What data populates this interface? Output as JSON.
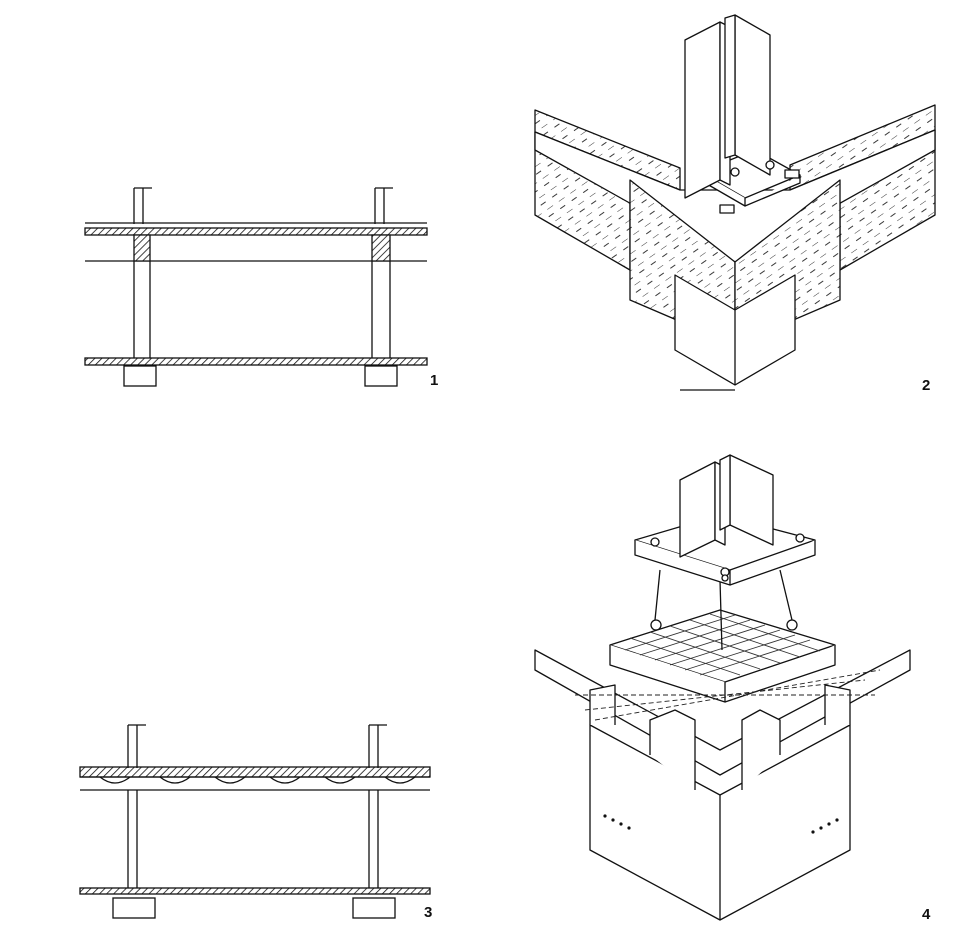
{
  "figures": [
    {
      "number": "1"
    },
    {
      "number": "2"
    },
    {
      "number": "3"
    },
    {
      "number": "4"
    }
  ]
}
